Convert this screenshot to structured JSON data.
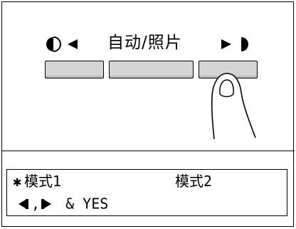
{
  "panel": {
    "mode_label": "自动/照片",
    "lighter_icon": "lighter-density-icon",
    "darker_icon": "darker-density-icon",
    "keys": [
      "left-key",
      "center-key",
      "right-key"
    ],
    "pressed_key": "right-key"
  },
  "display": {
    "cursor": "✱",
    "mode1": "模式1",
    "mode2": "模式2",
    "sep": ",",
    "confirm": " & YES"
  },
  "colors": {
    "key_fill": "#d4d4d4",
    "line": "#000000",
    "background": "#ffffff"
  }
}
